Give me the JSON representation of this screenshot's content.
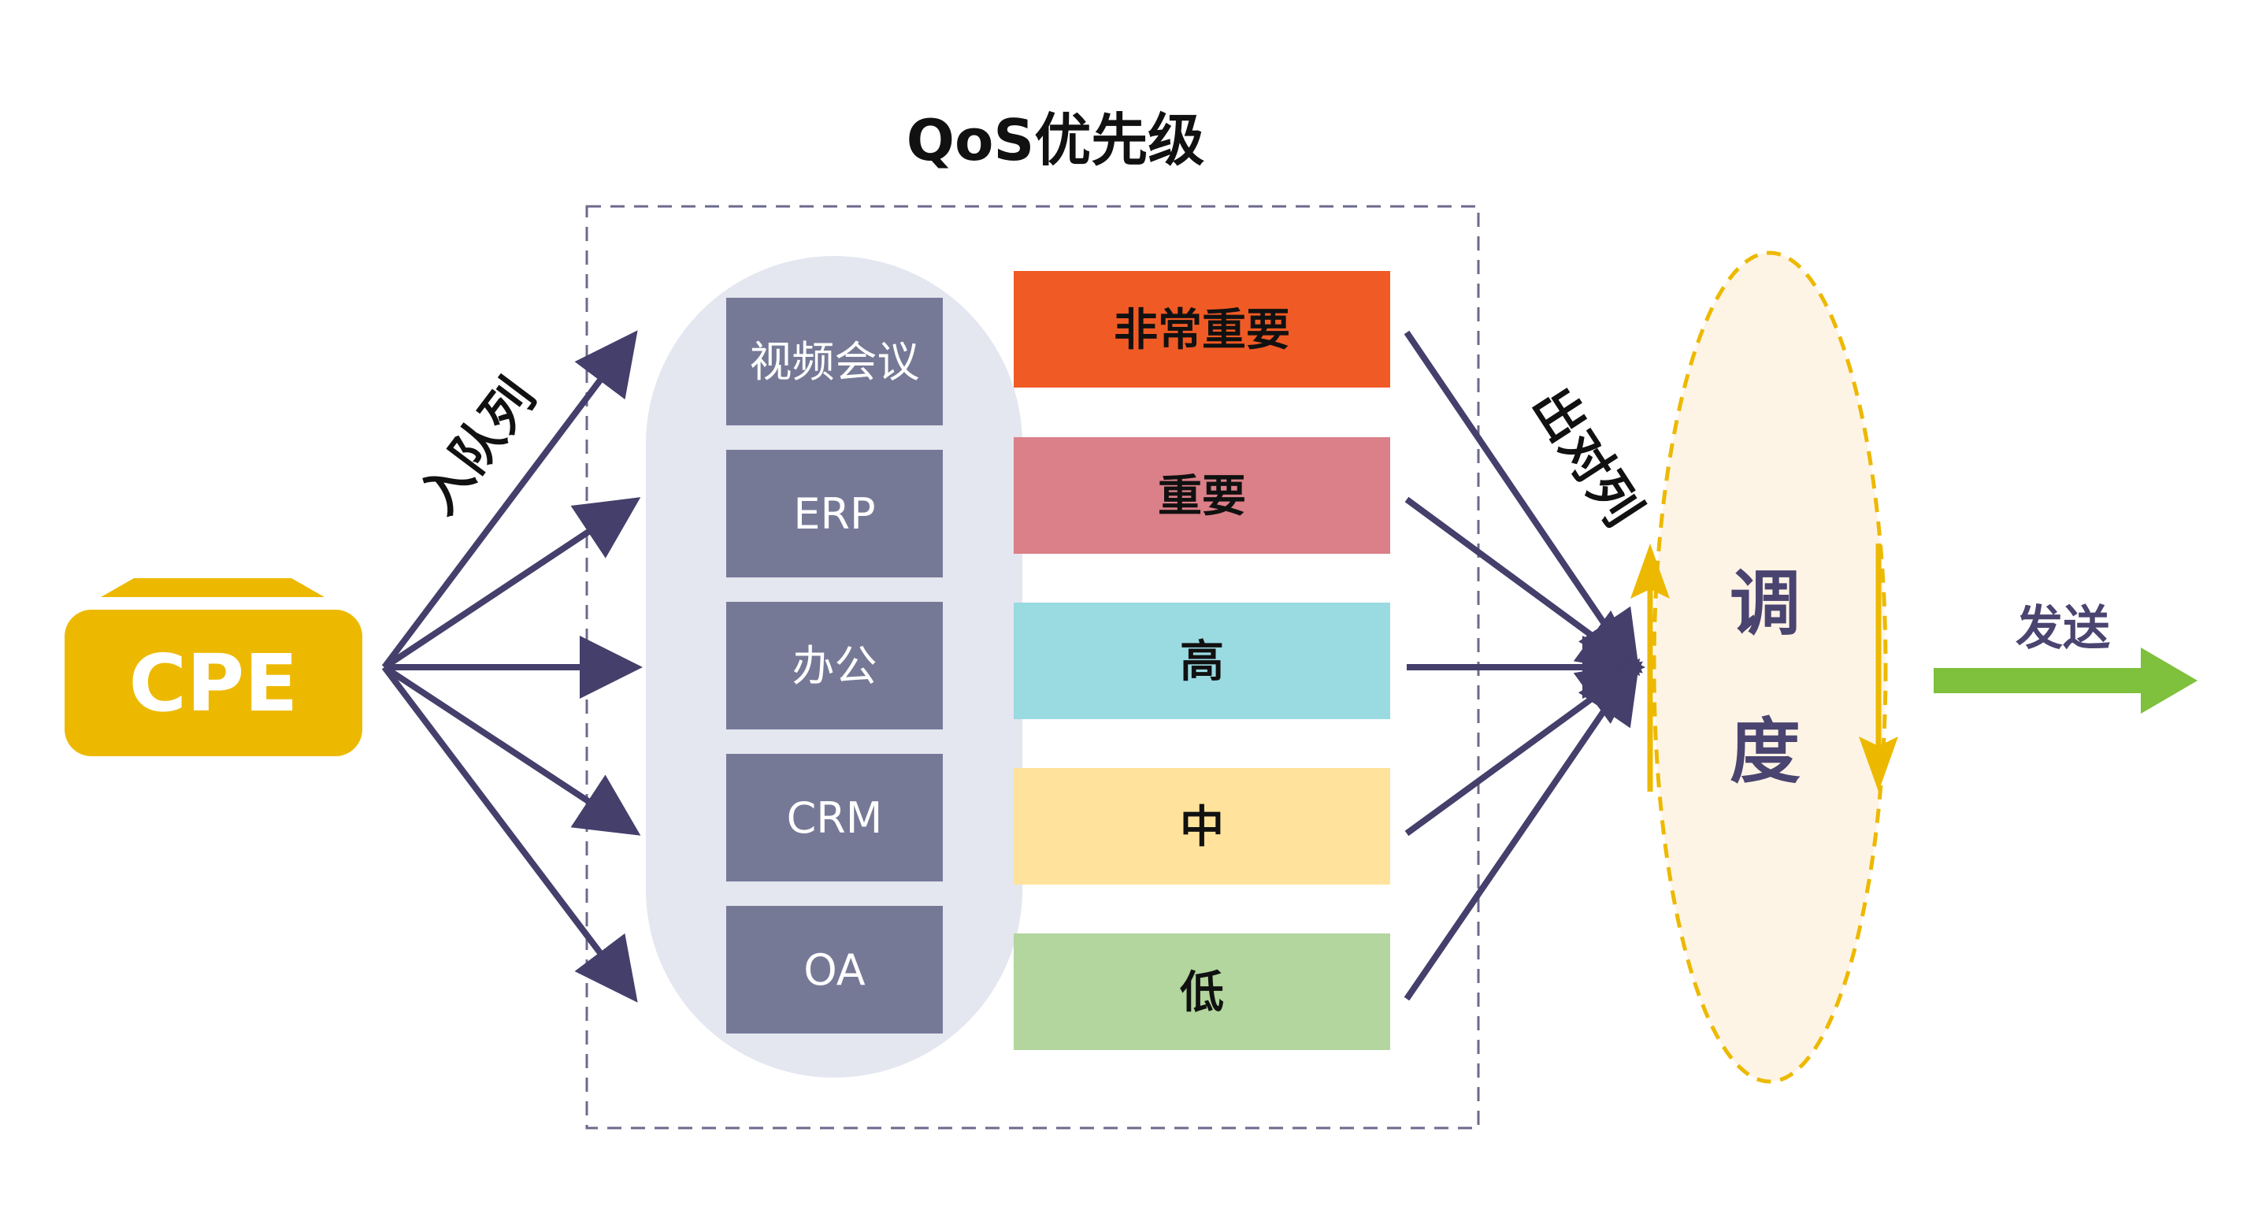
{
  "title": "QoS优先级",
  "source": {
    "label": "CPE"
  },
  "enqueue_label": "入队列",
  "dequeue_label": "出对列",
  "applications": [
    "视频会议",
    "ERP",
    "办公",
    "CRM",
    "OA"
  ],
  "priorities": [
    {
      "label": "非常重要",
      "color": "#f05a24"
    },
    {
      "label": "重要",
      "color": "#db7f88"
    },
    {
      "label": "高",
      "color": "#9adbe2"
    },
    {
      "label": "中",
      "color": "#ffe39c"
    },
    {
      "label": "低",
      "color": "#b2d69e"
    }
  ],
  "scheduler": {
    "chars": [
      "调",
      "度"
    ]
  },
  "send_label": "发送",
  "colors": {
    "arrow": "#443f6b",
    "app_box": "#767996",
    "app_group_bg": "#e4e6f0",
    "dashed_border": "#6c6a8c",
    "cpe": "#edb900",
    "scheduler_fill": "#fef4e6",
    "scheduler_border": "#edb900",
    "send_arrow": "#7fc03c"
  }
}
